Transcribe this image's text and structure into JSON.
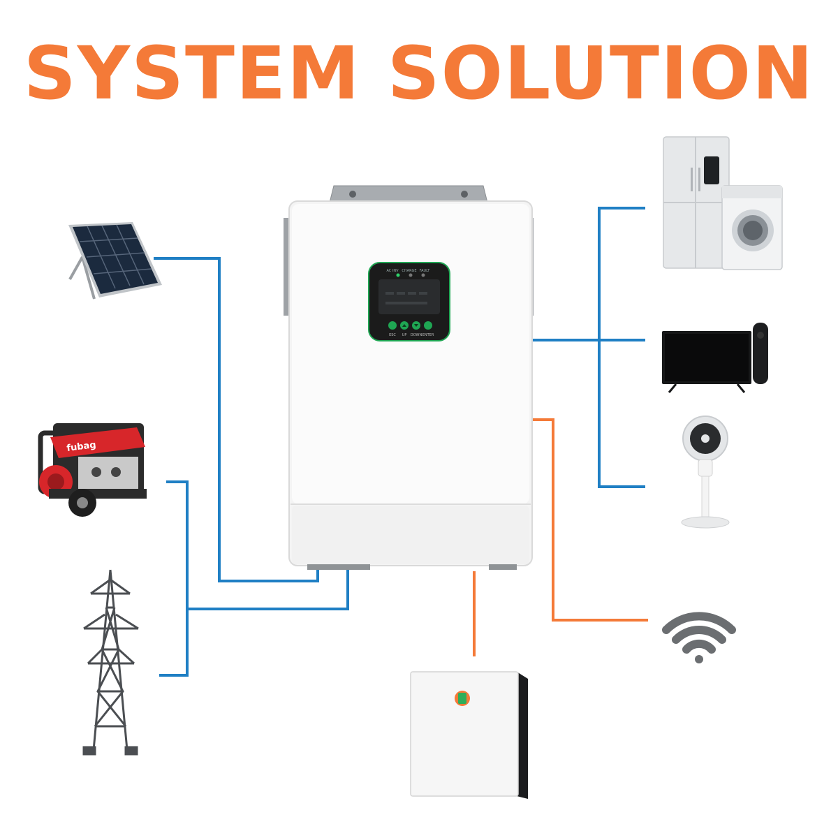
{
  "title": "SYSTEM SOLUTION",
  "colors": {
    "title": "#f47a38",
    "ac_line": "#1f7fc4",
    "dc_line": "#f47a38",
    "inverter_body": "#f4f4f4",
    "display_bezel": "#1b1b1b",
    "display_buttons": "#1fa653"
  },
  "inverter": {
    "indicators": [
      "AC INV",
      "CHARGE",
      "FAULT"
    ],
    "buttons": [
      "ESC",
      "UP",
      "DOWN",
      "ENTER"
    ]
  },
  "sources": [
    {
      "name": "solar-panel",
      "icon": "solar-panel-icon"
    },
    {
      "name": "generator",
      "icon": "generator-icon",
      "brand": "fubag"
    },
    {
      "name": "power-grid",
      "icon": "transmission-tower-icon"
    }
  ],
  "loads": [
    {
      "name": "refrigerator-and-washer",
      "icon": "fridge-washer-icon"
    },
    {
      "name": "television",
      "icon": "tv-icon"
    },
    {
      "name": "fan",
      "icon": "fan-icon"
    },
    {
      "name": "wifi",
      "icon": "wifi-icon"
    }
  ],
  "storage": {
    "name": "battery",
    "icon": "battery-icon"
  }
}
